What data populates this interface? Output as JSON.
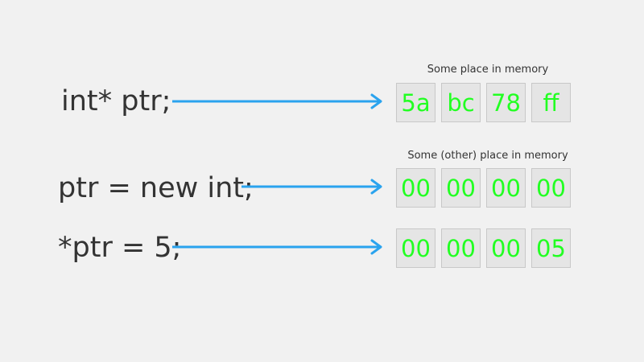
{
  "colors": {
    "background": "#f1f1f1",
    "text": "#333333",
    "arrow": "#2aa3ee",
    "byte": "#22ff22",
    "cell_fill": "#e5e5e5",
    "cell_border": "#c8c8c8"
  },
  "rows": [
    {
      "code": "int* ptr;",
      "caption": "Some place in memory",
      "bytes": [
        "5a",
        "bc",
        "78",
        "ff"
      ]
    },
    {
      "code": "ptr = new int;",
      "caption": "Some (other) place in memory",
      "bytes": [
        "00",
        "00",
        "00",
        "00"
      ]
    },
    {
      "code": "*ptr = 5;",
      "caption": "",
      "bytes": [
        "00",
        "00",
        "00",
        "05"
      ]
    }
  ]
}
